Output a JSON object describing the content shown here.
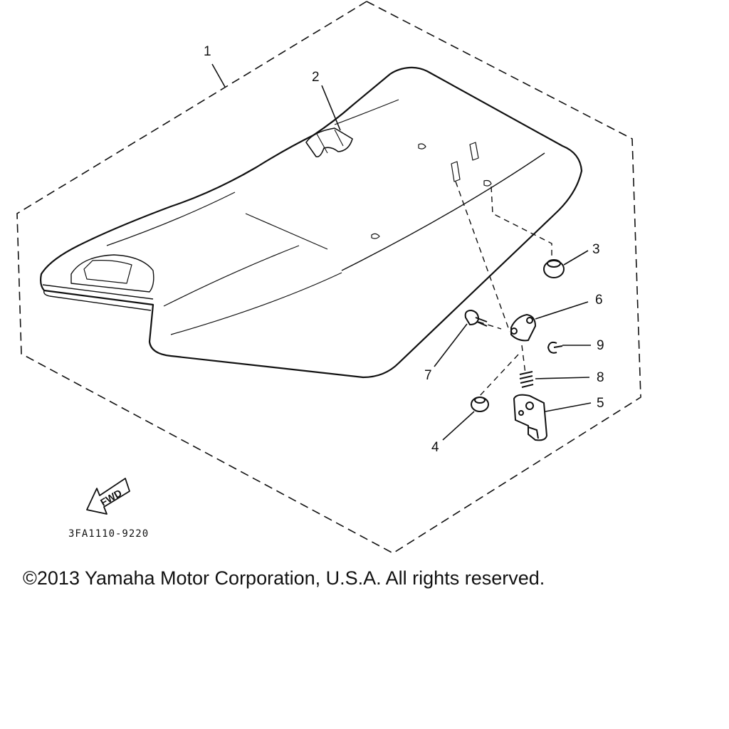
{
  "diagram": {
    "callouts": [
      "1",
      "2",
      "3",
      "4",
      "5",
      "6",
      "7",
      "8",
      "9"
    ],
    "fwd_label": "FWD",
    "drawing_code": "3FA1110-9220"
  },
  "footer": {
    "copyright": "©2013 Yamaha Motor Corporation, U.S.A. All rights reserved."
  }
}
